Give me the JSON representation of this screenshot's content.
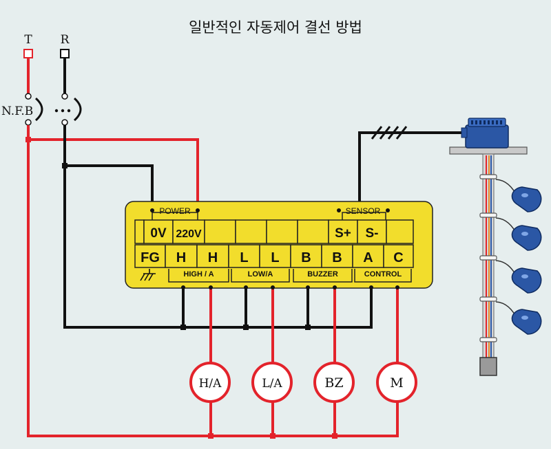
{
  "title": "일반적인 자동제어 결선 방법",
  "phases": {
    "t": "T",
    "r": "R"
  },
  "breaker": {
    "label": "N.F.B"
  },
  "panel": {
    "power_label": "POWER",
    "sensor_label": "SENSOR",
    "top_row": [
      "",
      "0V",
      "220V",
      "",
      "",
      "",
      "",
      "S+",
      "S-",
      ""
    ],
    "bottom_row": [
      "FG",
      "H",
      "H",
      "L",
      "L",
      "B",
      "B",
      "A",
      "C"
    ],
    "groups": [
      "HIGH / A",
      "LOW/A",
      "BUZZER",
      "CONTROL"
    ]
  },
  "loads": [
    "H/A",
    "L/A",
    "BZ",
    "M"
  ],
  "colors": {
    "red_wire": "#e3232b",
    "black_wire": "#111111",
    "panel": "#f2dd2c",
    "background": "#e6eeee",
    "sensor_blue": "#2b57a5"
  }
}
